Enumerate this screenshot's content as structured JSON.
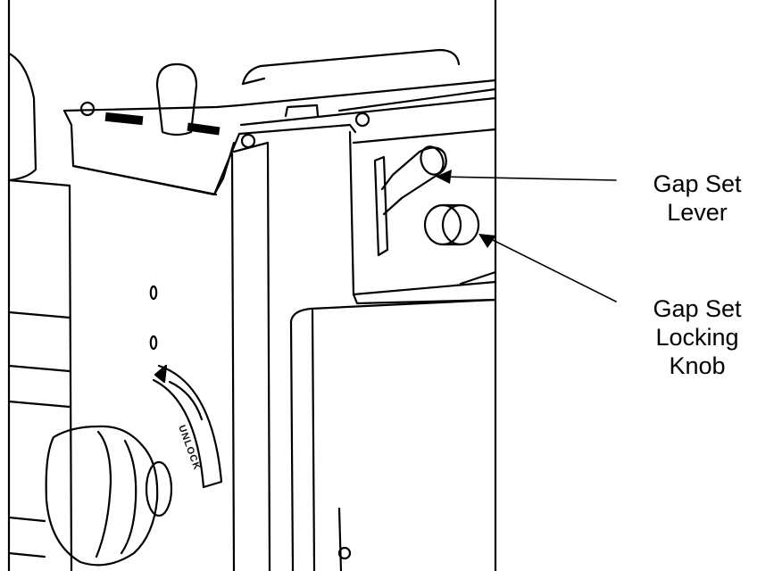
{
  "callouts": {
    "lever": {
      "line1": "Gap Set",
      "line2": "Lever"
    },
    "knob": {
      "line1": "Gap Set",
      "line2": "Locking",
      "line3": "Knob"
    }
  },
  "panel_label": "UNLOCK"
}
